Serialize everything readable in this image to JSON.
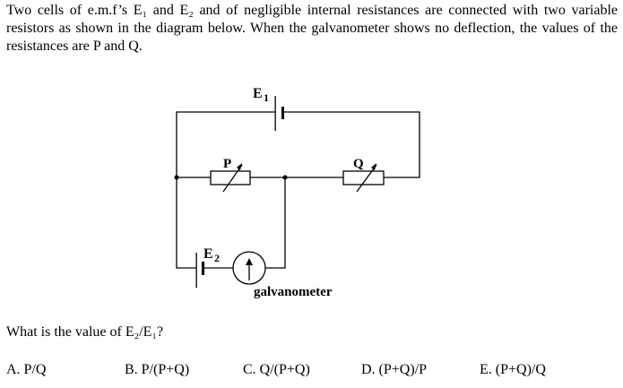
{
  "question": {
    "stem": "Two cells of e.m.f’s E₁ and E₂ and of negligible internal resistances are connected with two variable resistors as shown in the diagram below. When the galvanometer shows no deflection, the values of the resistances are P and Q.",
    "ask": "What is the value of E₂/E₁?"
  },
  "diagram": {
    "e1_label": "E",
    "e1_sub": "1",
    "e2_label": "E",
    "e2_sub": "2",
    "p_label": "P",
    "q_label": "Q",
    "galvanometer_label": "galvanometer"
  },
  "options": [
    {
      "label": "A.  P/Q"
    },
    {
      "label": "B.  P/(P+Q)"
    },
    {
      "label": "C.  Q/(P+Q)"
    },
    {
      "label": "D.  (P+Q)/P"
    },
    {
      "label": "E.  (P+Q)/Q"
    }
  ]
}
